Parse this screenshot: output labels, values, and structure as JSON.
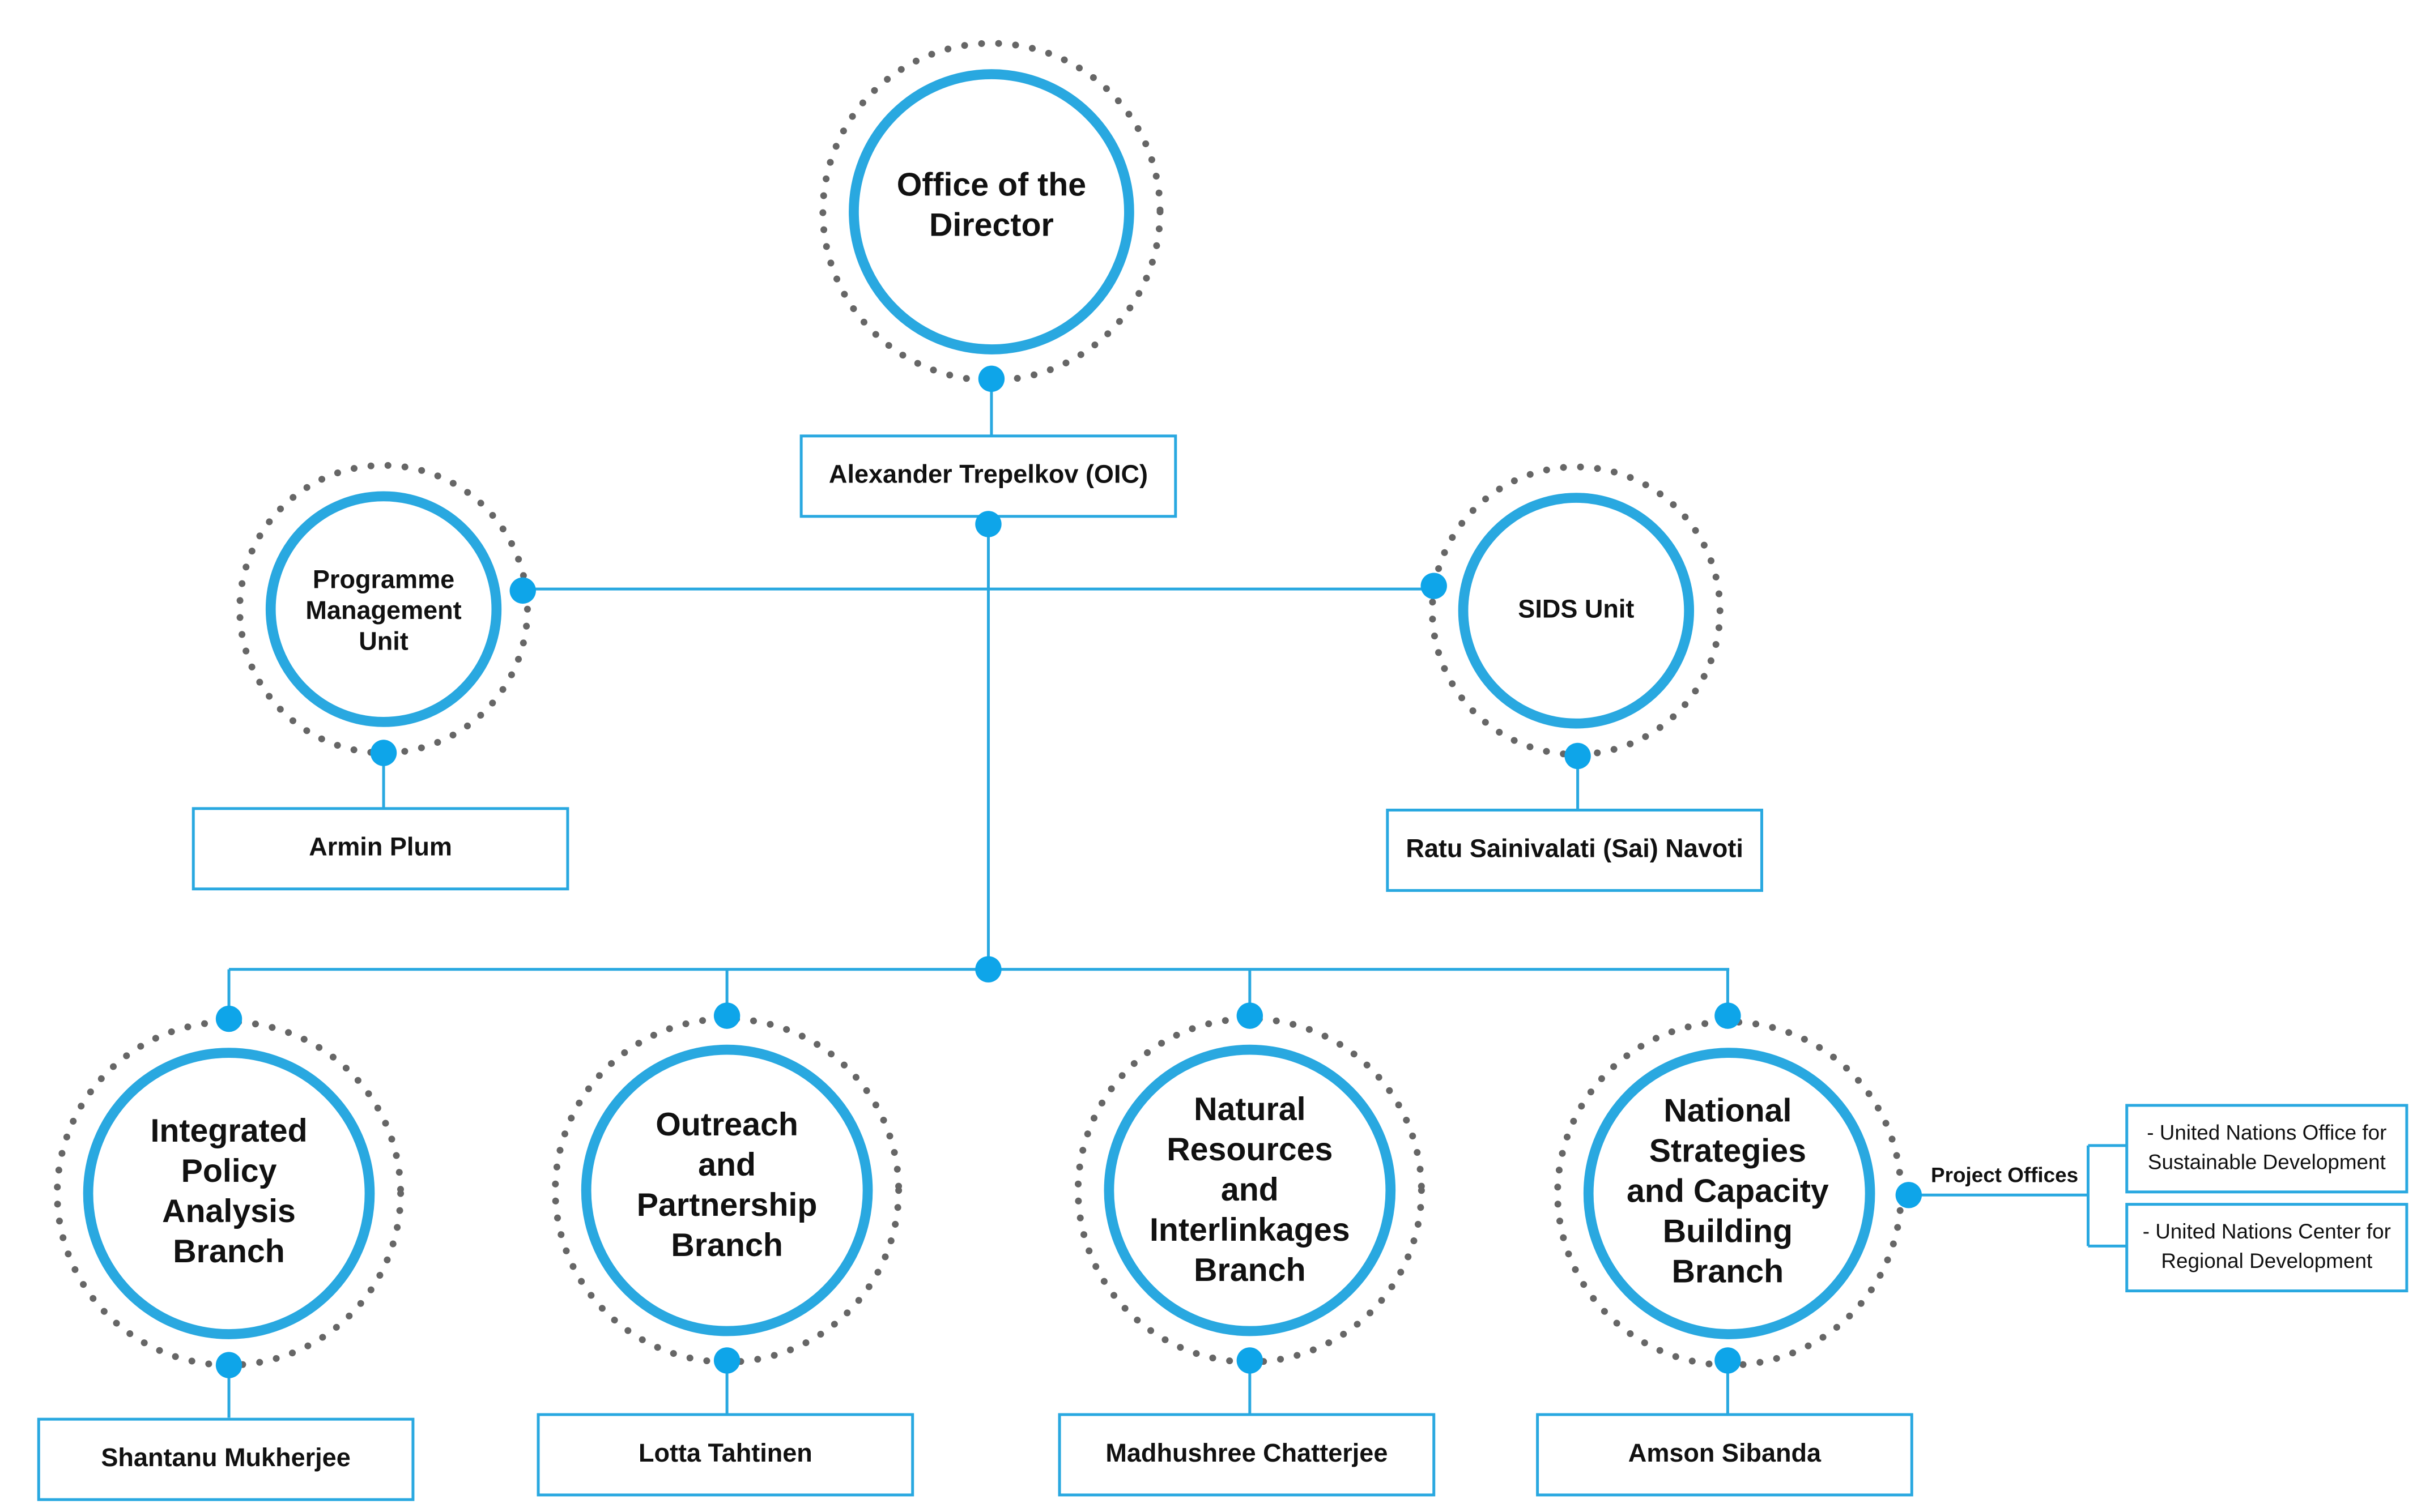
{
  "colors": {
    "accent": "#29a8e0",
    "dot": "#0ea5e9",
    "dotted_ring": "#666666",
    "text": "#111111"
  },
  "nodes": {
    "director": {
      "lines": [
        "Office of the",
        "Director"
      ],
      "person": "Alexander Trepelkov (OIC)"
    },
    "pmu": {
      "lines": [
        "Programme",
        "Management",
        "Unit"
      ],
      "person": "Armin Plum"
    },
    "sids": {
      "lines": [
        "SIDS Unit"
      ],
      "person": "Ratu Sainivalati (Sai) Navoti"
    },
    "ipab": {
      "lines": [
        "Integrated",
        "Policy",
        "Analysis",
        "Branch"
      ],
      "person": "Shantanu Mukherjee"
    },
    "opb": {
      "lines": [
        "Outreach",
        "and",
        "Partnership",
        "Branch"
      ],
      "person": "Lotta Tahtinen"
    },
    "nrib": {
      "lines": [
        "Natural",
        "Resources",
        "and",
        "Interlinkages",
        "Branch"
      ],
      "person": "Madhushree Chatterjee"
    },
    "nscbb": {
      "lines": [
        "National",
        "Strategies",
        "and Capacity",
        "Building",
        "Branch"
      ],
      "person": "Amson Sibanda"
    }
  },
  "project_offices": {
    "label": "Project Offices",
    "offices": [
      {
        "lines": [
          "- United Nations Office for",
          "Sustainable Development"
        ]
      },
      {
        "lines": [
          "- United Nations Center for",
          "Regional Development"
        ]
      }
    ]
  }
}
